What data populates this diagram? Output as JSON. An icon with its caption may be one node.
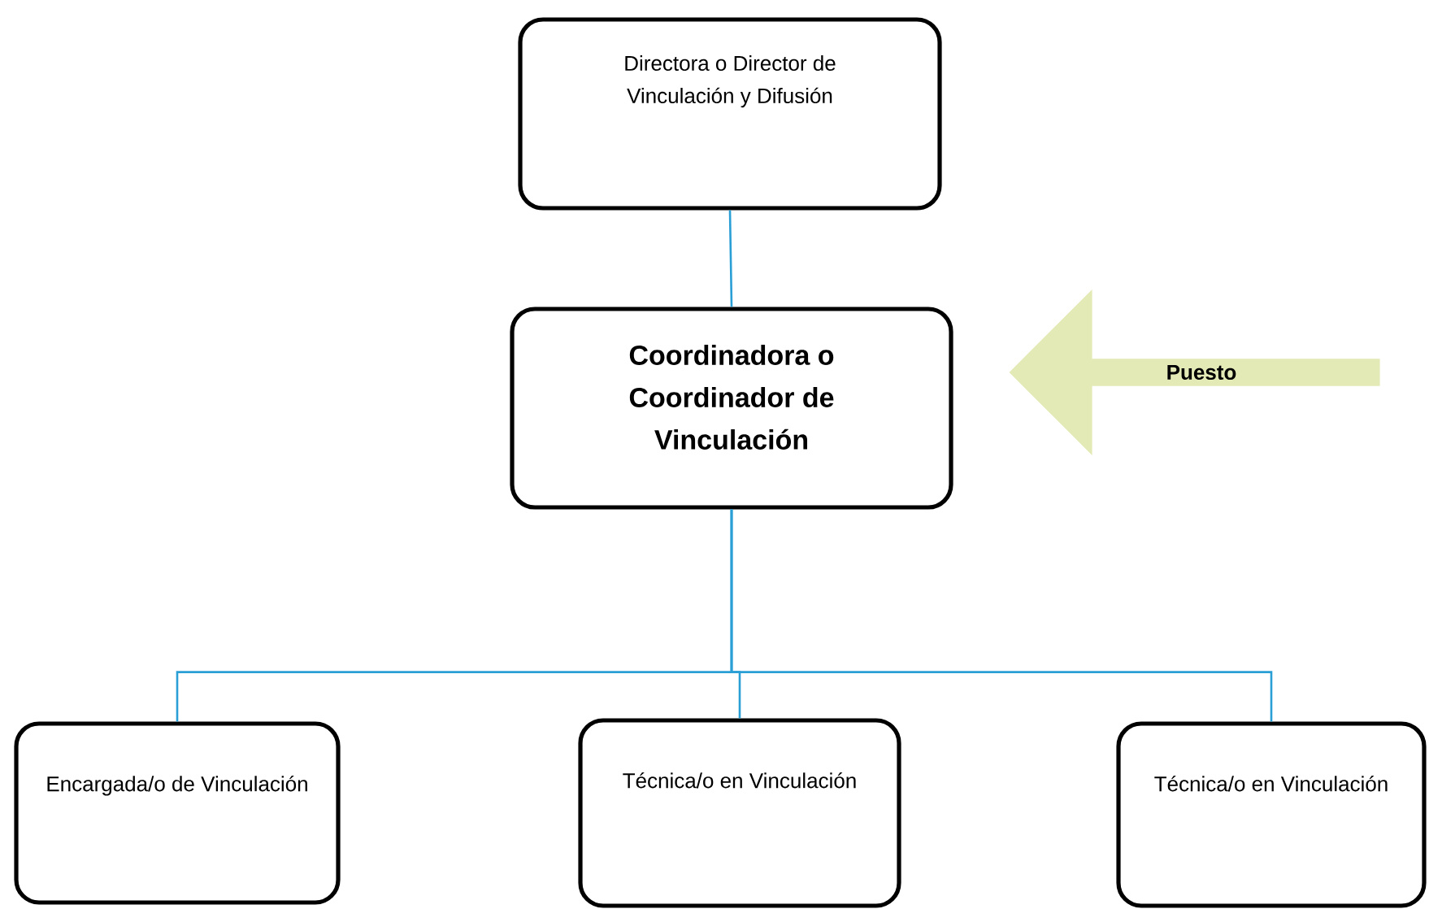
{
  "diagram": {
    "nodes": [
      {
        "text": [
          "Directora o Director de Vinculación y Difusión"
        ]
      },
      {
        "text": [
          "Coordinadora o Coordinador de Vinculación"
        ]
      },
      {
        "text": [
          "Puesto"
        ]
      },
      {
        "text": [
          "Encargada/o de Vinculación"
        ]
      },
      {
        "text": [
          "Técnica/o en Vinculación"
        ]
      },
      {
        "text": [
          "Técnica/o en Vinculación"
        ]
      }
    ],
    "edges": [
      {
        "from": 0,
        "to": 1,
        "arrow": "none"
      },
      {
        "from": 1,
        "to": 3,
        "arrow": "none"
      },
      {
        "from": 1,
        "to": 4,
        "arrow": "none"
      },
      {
        "from": 1,
        "to": 5,
        "arrow": "none"
      }
    ]
  }
}
